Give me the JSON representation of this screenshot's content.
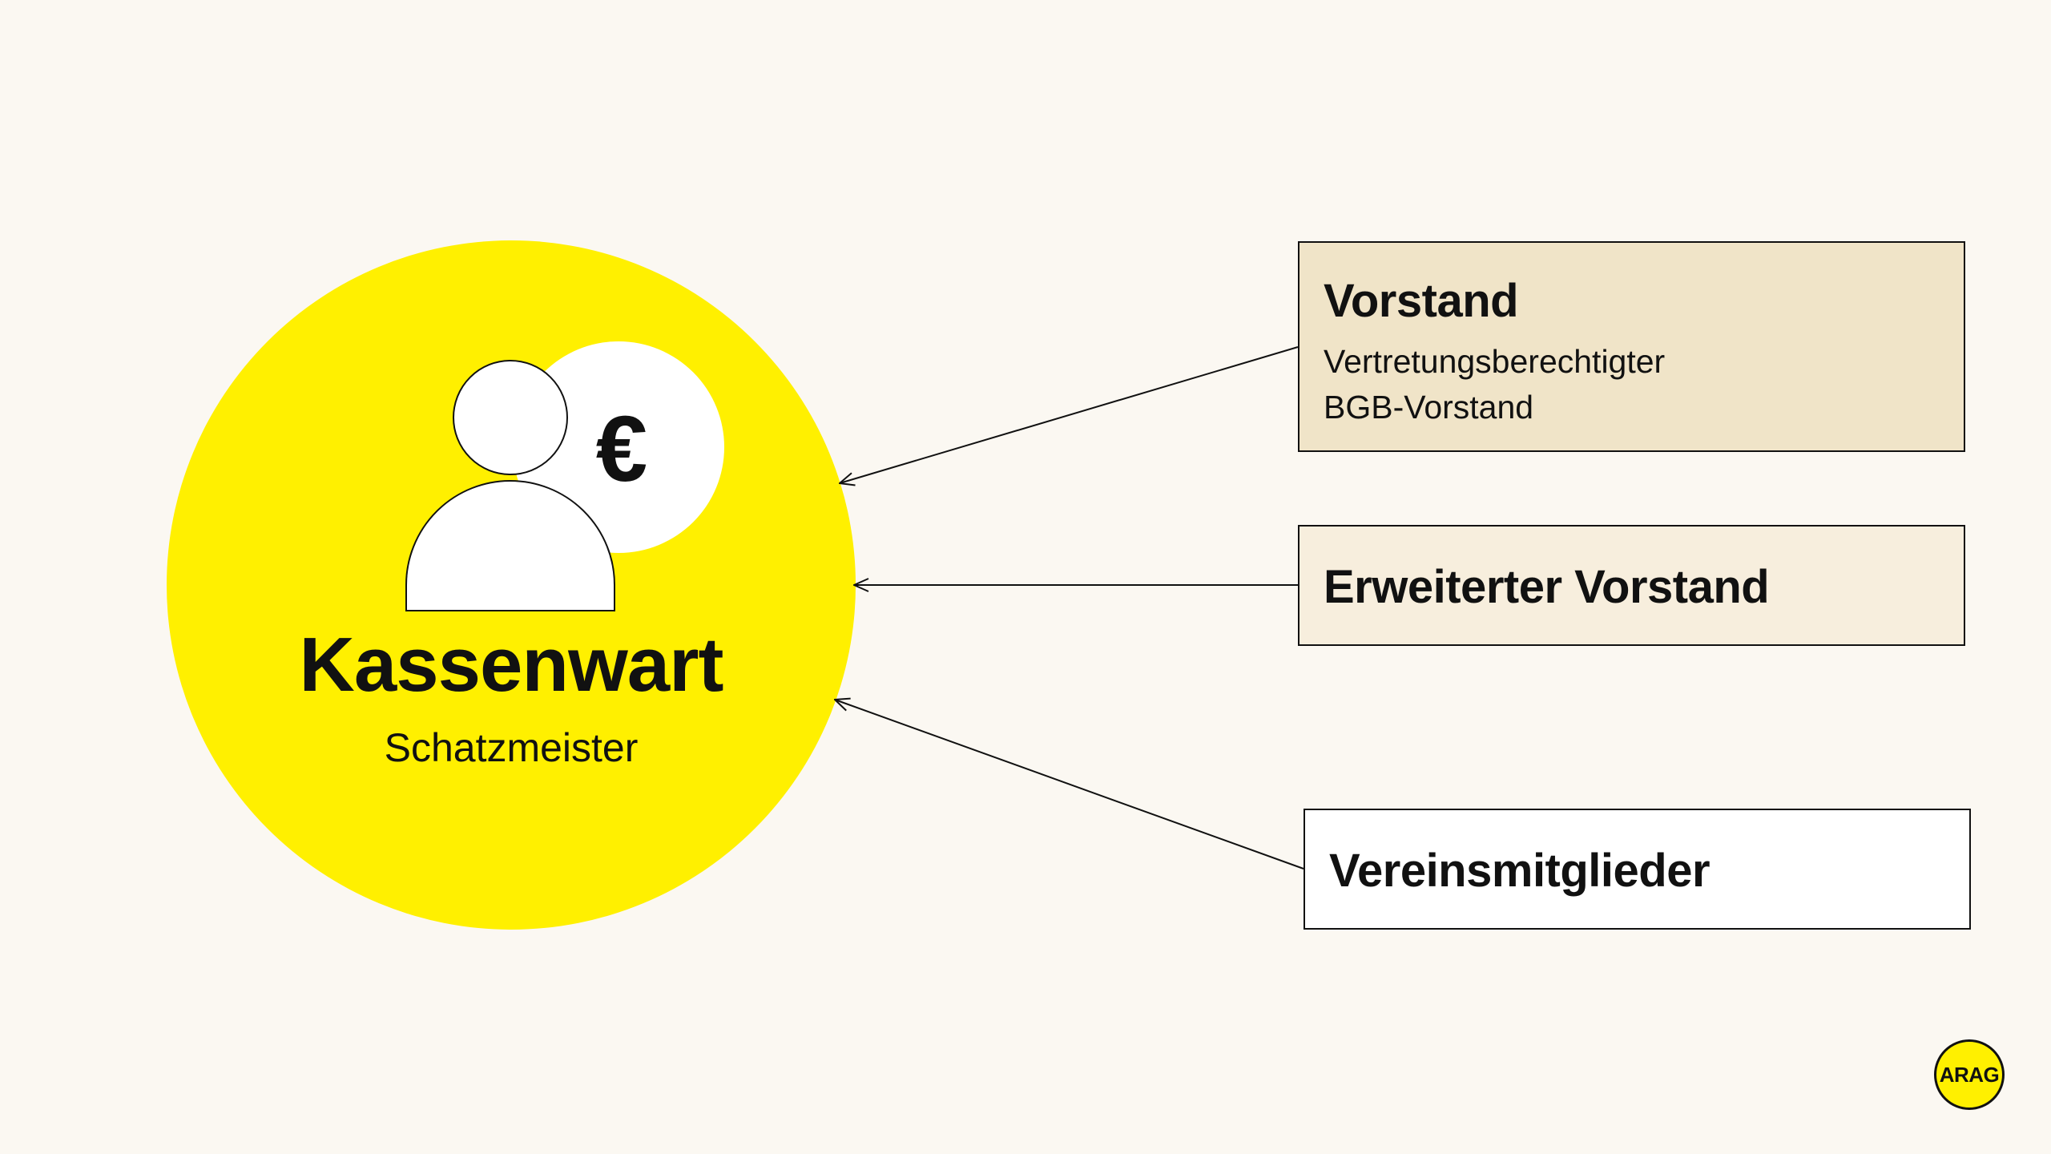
{
  "colors": {
    "background": "#FBF8F2",
    "circle": "#FFF000",
    "vorstand_box": "#F0E4C8",
    "erweitert_box": "#F7EEDD",
    "mitglieder_box": "#FFFFFF",
    "logo": "#FFF000",
    "stroke": "#111111"
  },
  "center": {
    "title": "Kassenwart",
    "subtitle": "Schatzmeister",
    "icon": "person-icon",
    "currency_symbol": "€"
  },
  "boxes": [
    {
      "title": "Vorstand",
      "lines": [
        "Vertretungsberechtigter",
        "BGB-Vorstand"
      ]
    },
    {
      "title": "Erweiterter Vorstand"
    },
    {
      "title": "Vereinsmitglieder"
    }
  ],
  "logo": {
    "text": "ARAG"
  }
}
